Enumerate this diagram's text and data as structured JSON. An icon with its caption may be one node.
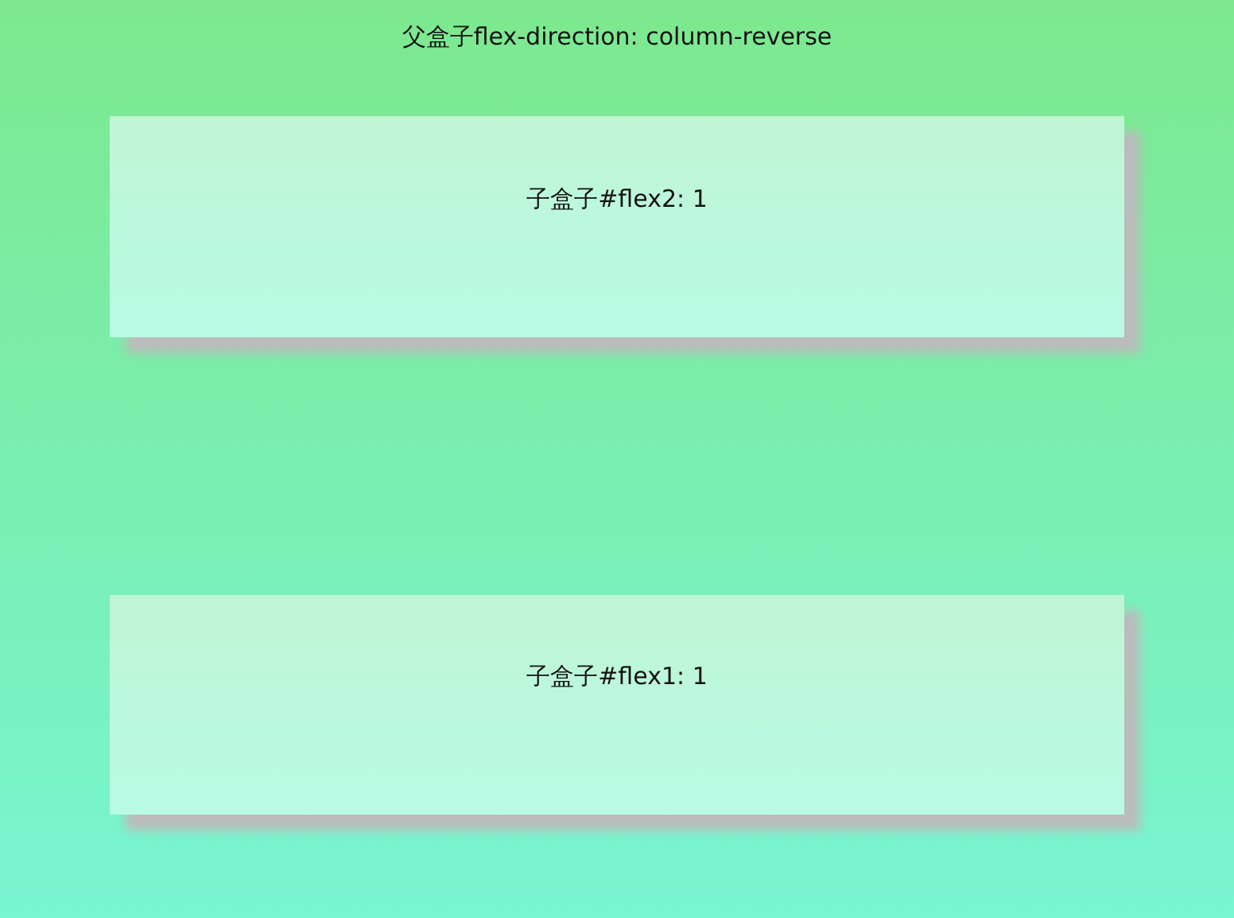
{
  "diagram": {
    "nodes": [
      {
        "text": [
          "父盒子flex-direction: column-reverse"
        ]
      },
      {
        "text": [
          "子盒子#flex2: 1"
        ],
        "in": 0
      },
      {
        "text": [
          "子盒子#flex1: 1"
        ],
        "in": 0
      }
    ],
    "edges": []
  }
}
